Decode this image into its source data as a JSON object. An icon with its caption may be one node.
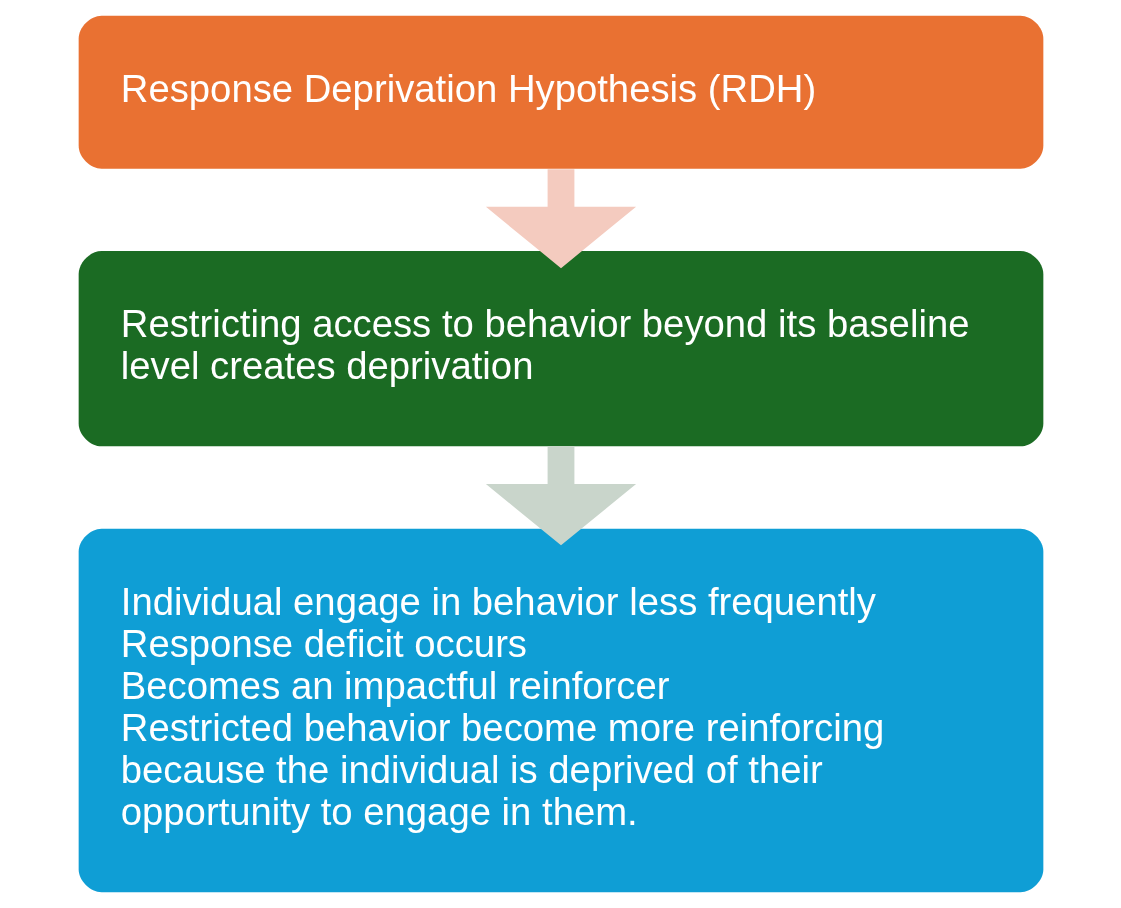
{
  "diagram": {
    "nodes": [
      {
        "text": [
          "Response Deprivation Hypothesis (RDH)"
        ]
      },
      {
        "text": [
          "Restricting access to behavior beyond its baseline level creates deprivation"
        ]
      },
      {
        "text": [
          "Individual engage in behavior less frequently",
          "Response deficit occurs",
          "Becomes an impactful reinforcer",
          "Restricted behavior become more reinforcing because the individual is deprived of their opportunity to engage in them."
        ]
      }
    ],
    "edges": [
      {
        "from": 0,
        "to": 1,
        "arrow": "to",
        "color": "#f4cbbf"
      },
      {
        "from": 1,
        "to": 2,
        "arrow": "to",
        "color": "#c9d5cb"
      }
    ]
  }
}
